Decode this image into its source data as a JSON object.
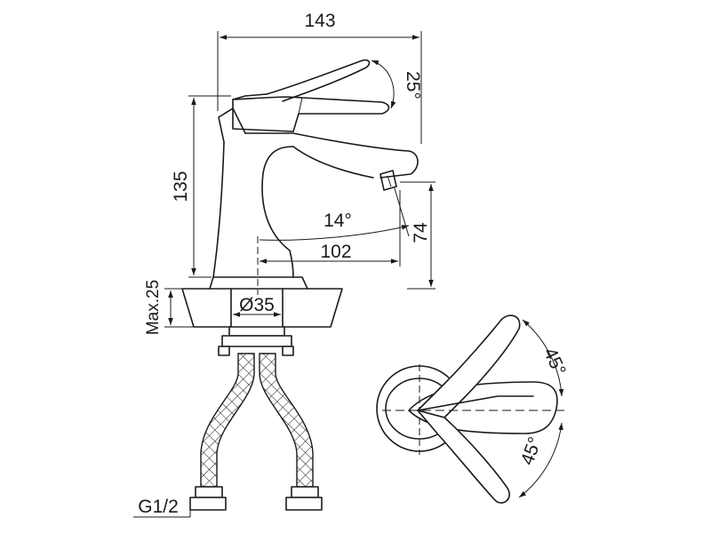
{
  "dimensions": {
    "width_total": "143",
    "height_total": "135",
    "lever_angle": "25°",
    "spout_angle": "14°",
    "spout_reach": "102",
    "spout_height": "74",
    "max_deck": "Max.25",
    "hole_diameter": "Ø35",
    "thread": "G1/2",
    "rotation_upper": "45°",
    "rotation_lower": "45°"
  }
}
